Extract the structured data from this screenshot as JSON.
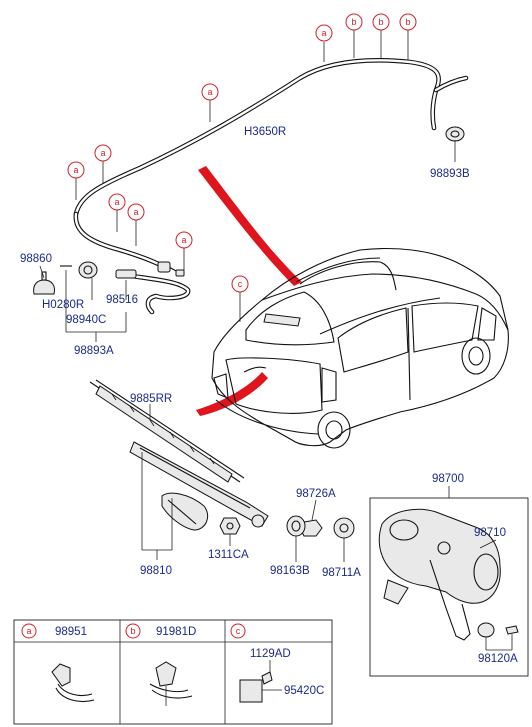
{
  "labels": {
    "h3650r": "H3650R",
    "p98893b": "98893B",
    "p98860": "98860",
    "h0280r": "H0280R",
    "p98516": "98516",
    "p98940c": "98940C",
    "p98893a": "98893A",
    "p9885rr": "9885RR",
    "p98810": "98810",
    "p1311ca": "1311CA",
    "p98726a": "98726A",
    "p98163b": "98163B",
    "p98711a": "98711A",
    "p98700": "98700",
    "p98710": "98710",
    "p98120a": "98120A"
  },
  "callouts": {
    "a": "a",
    "b": "b",
    "c": "c"
  },
  "legend": {
    "a_code": "98951",
    "b_code": "91981D",
    "c_code1": "1129AD",
    "c_code2": "95420C"
  },
  "colors": {
    "label": "#1b2a8a",
    "callout": "#d0232a",
    "arrow": "#e0141c"
  }
}
